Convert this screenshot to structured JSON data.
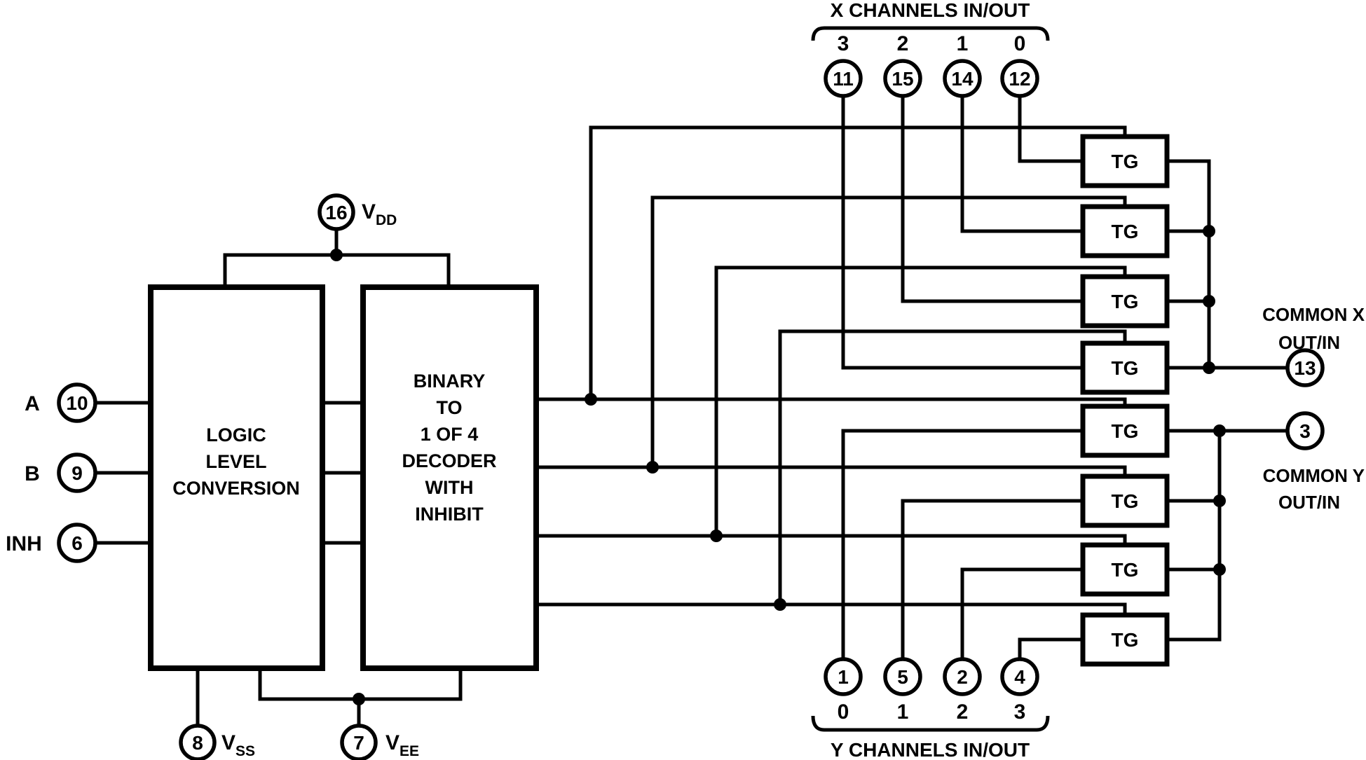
{
  "colors": {
    "ink": "#000000",
    "paper": "#ffffff"
  },
  "top_group": {
    "title": "X CHANNELS IN/OUT",
    "channel_numbers": [
      "3",
      "2",
      "1",
      "0"
    ],
    "pin_numbers": [
      "11",
      "15",
      "14",
      "12"
    ]
  },
  "bottom_group": {
    "title": "Y CHANNELS IN/OUT",
    "channel_numbers": [
      "0",
      "1",
      "2",
      "3"
    ],
    "pin_numbers": [
      "1",
      "5",
      "2",
      "4"
    ]
  },
  "select_inputs": {
    "a": {
      "label": "A",
      "pin": "10"
    },
    "b": {
      "label": "B",
      "pin": "9"
    },
    "inh": {
      "label": "INH",
      "pin": "6"
    }
  },
  "power": {
    "vdd": {
      "base": "V",
      "sub": "DD",
      "pin": "16"
    },
    "vss": {
      "base": "V",
      "sub": "SS",
      "pin": "8"
    },
    "vee": {
      "base": "V",
      "sub": "EE",
      "pin": "7"
    }
  },
  "blocks": {
    "logic_level": {
      "lines": [
        "LOGIC",
        "LEVEL",
        "CONVERSION"
      ]
    },
    "decoder": {
      "lines": [
        "BINARY",
        "TO",
        "1 OF 4",
        "DECODER",
        "WITH",
        "INHIBIT"
      ]
    }
  },
  "transmission_gate": {
    "label": "TG"
  },
  "common_x": {
    "line1": "COMMON X",
    "line2": "OUT/IN",
    "pin": "13"
  },
  "common_y": {
    "line1": "COMMON Y",
    "line2": "OUT/IN",
    "pin": "3"
  }
}
